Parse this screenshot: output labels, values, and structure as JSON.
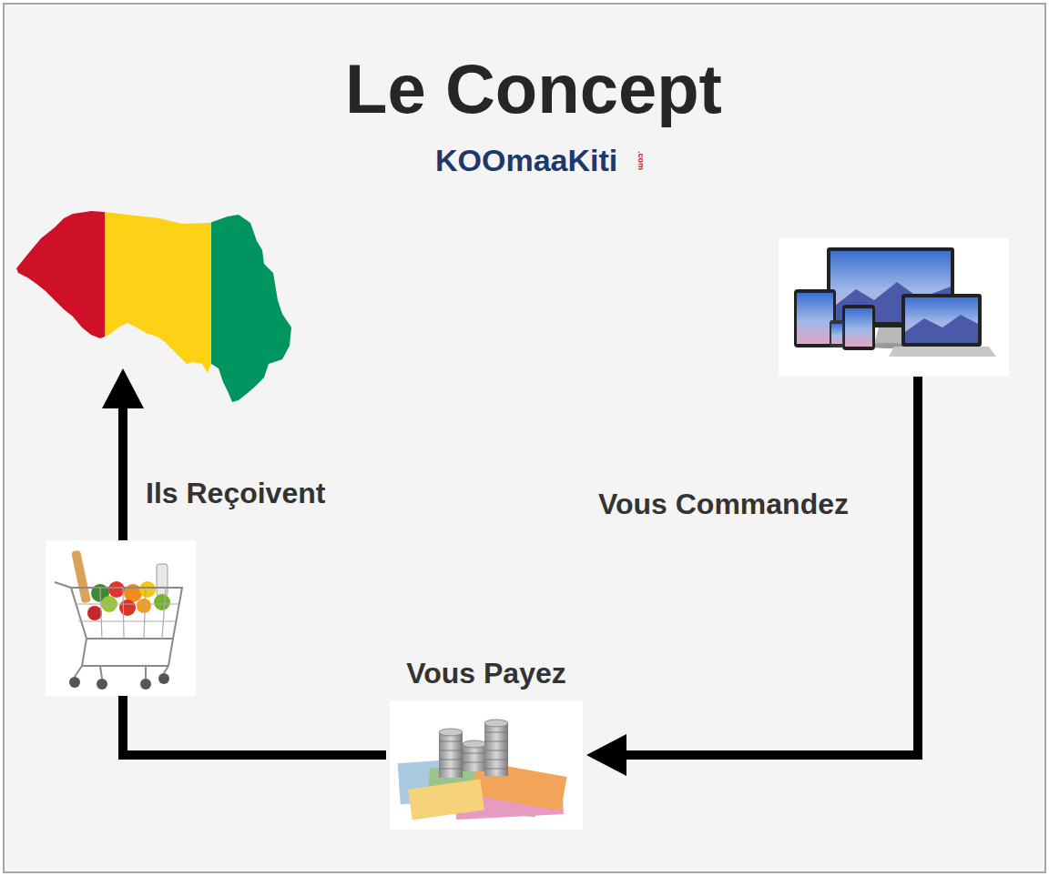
{
  "diagram": {
    "title": "Le Concept",
    "nodes": [
      {
        "text": []
      },
      {
        "text": []
      },
      {
        "text": []
      },
      {
        "text": [
          "Vous Payez"
        ]
      }
    ],
    "edges": [
      {
        "from": 1,
        "to": 3,
        "arrow": "to",
        "label": "Vous Commandez"
      },
      {
        "from": 3,
        "to": 2,
        "arrow": "none"
      },
      {
        "from": 2,
        "to": 0,
        "arrow": "to",
        "label": "Ils Reçoivent"
      }
    ],
    "labels": [
      "KOOmaaKiti",
      ".com"
    ]
  }
}
